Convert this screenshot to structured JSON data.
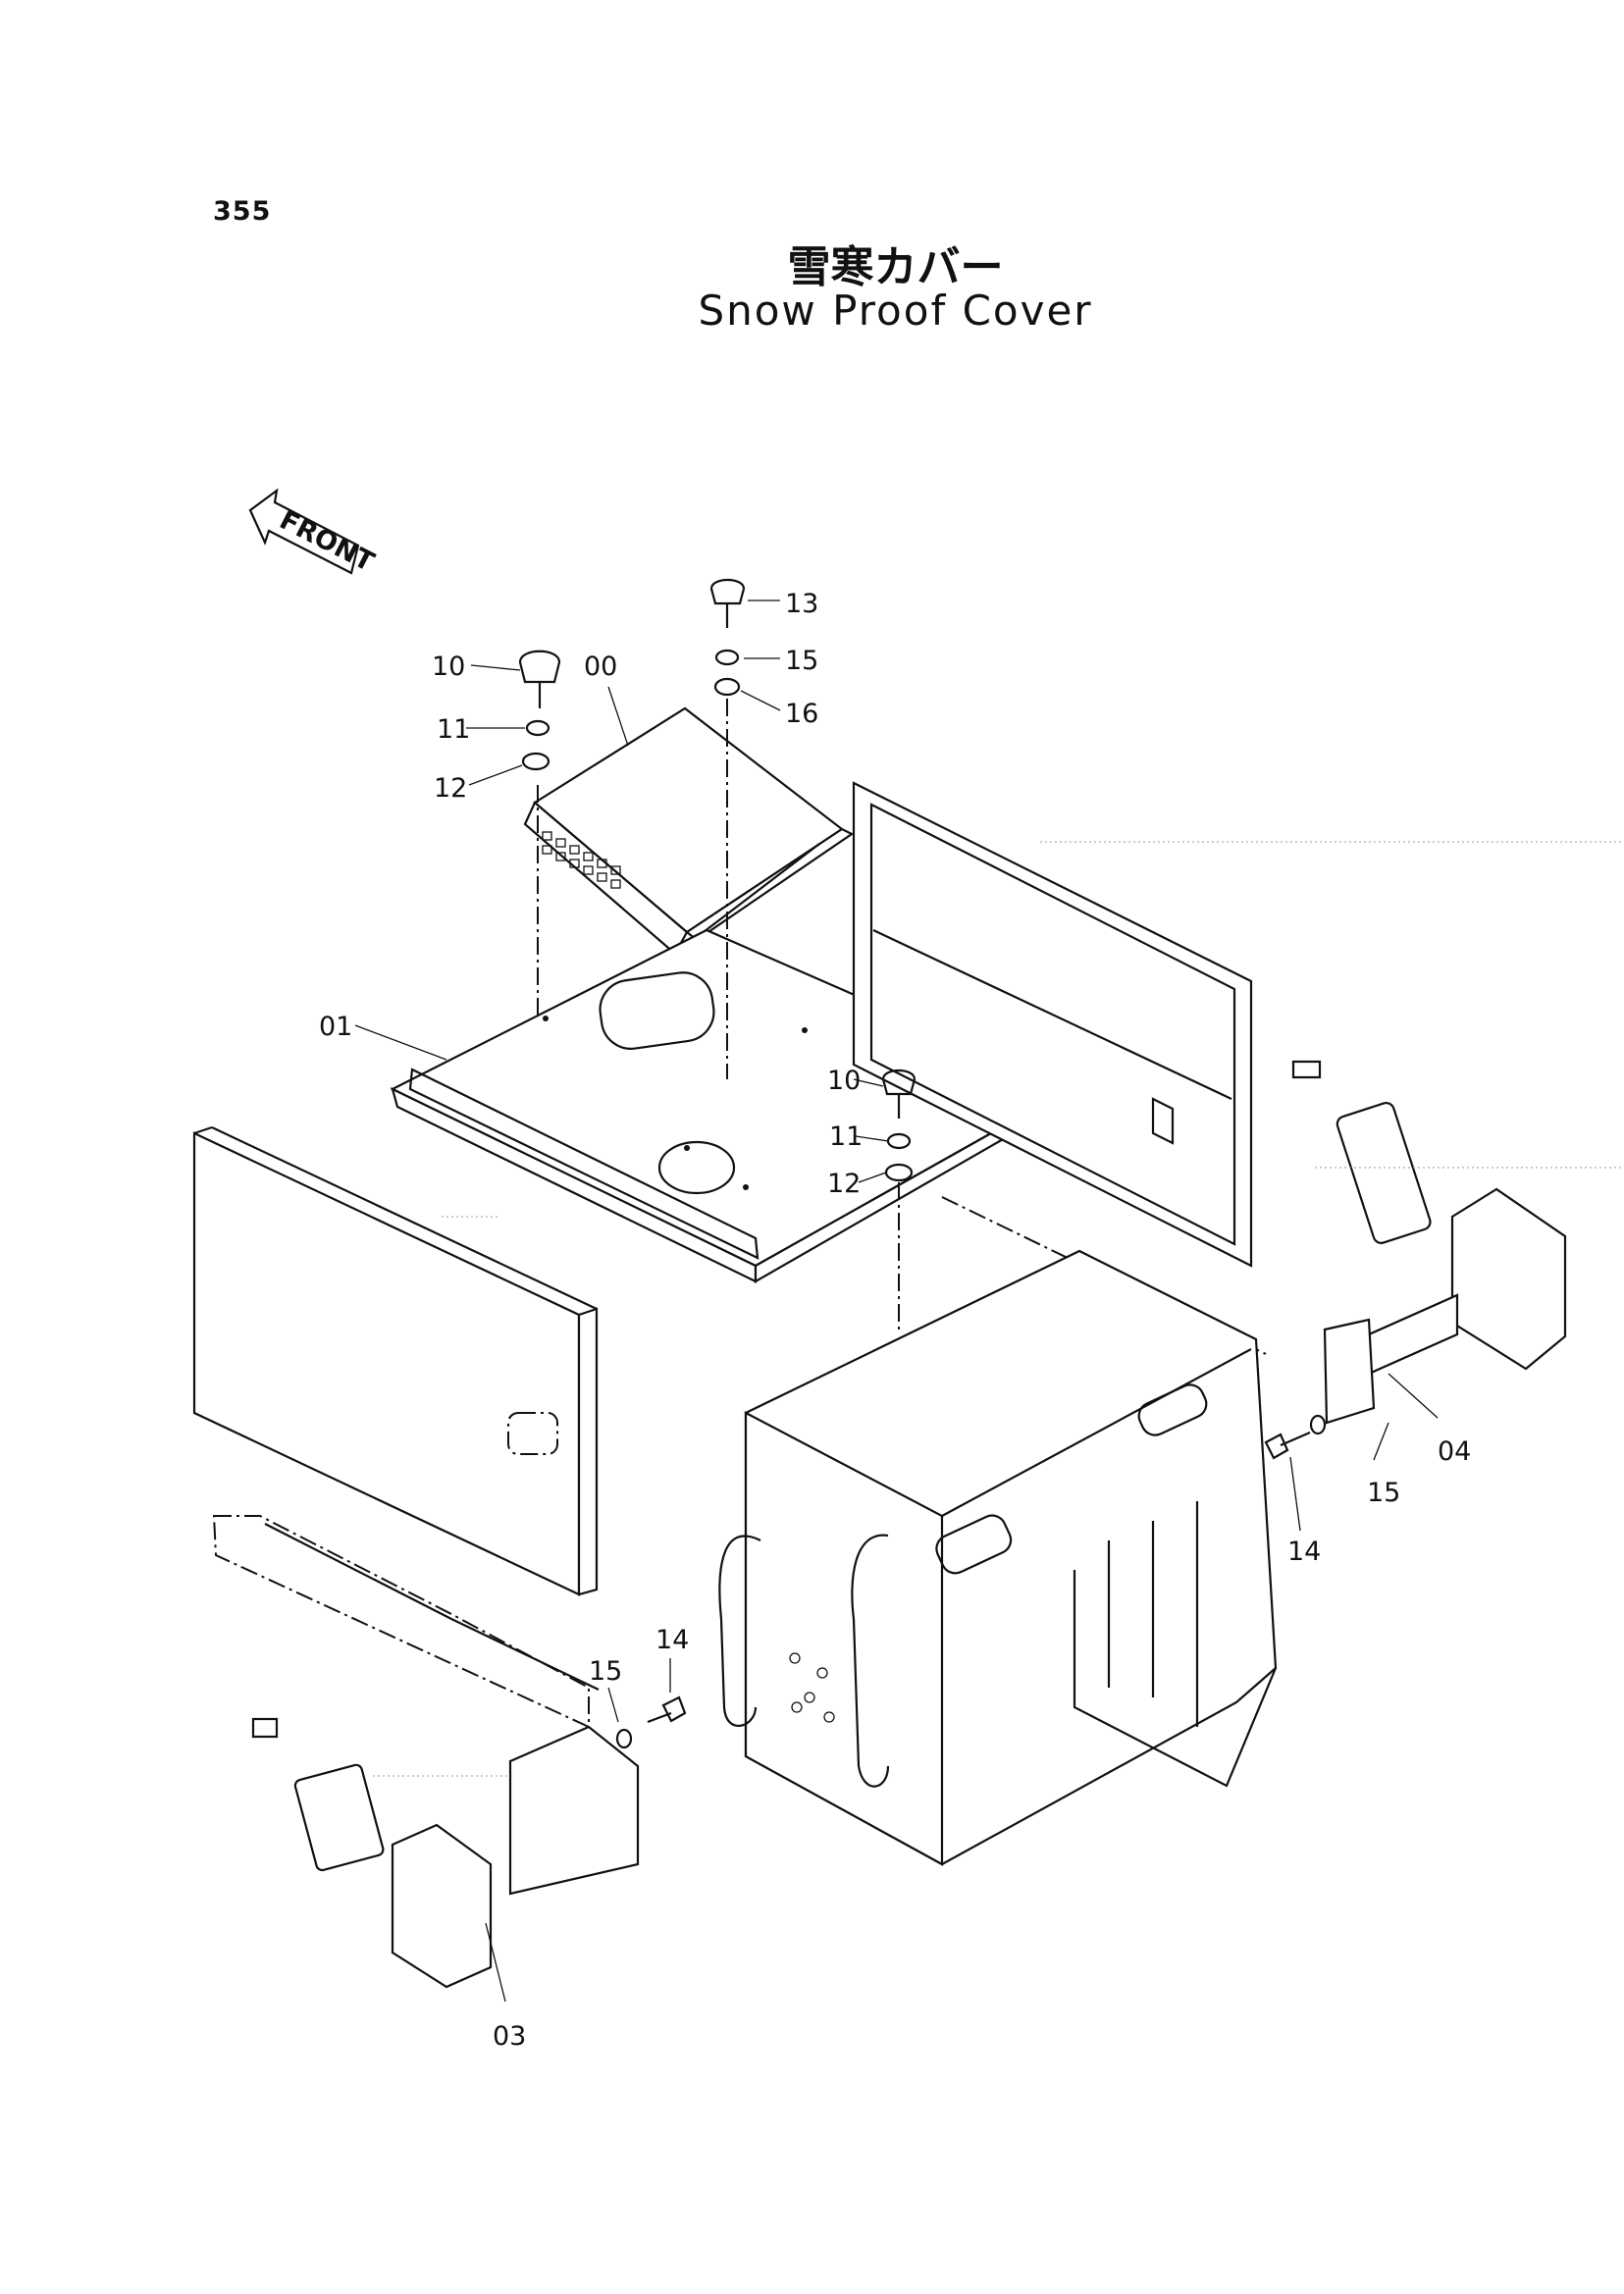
{
  "page_number": "355",
  "title_japanese": "雪寒カバー",
  "title_english": "Snow Proof Cover",
  "front_arrow_text": "FRONT",
  "callouts": {
    "c00": "00",
    "c01": "01",
    "c03": "03",
    "c04": "04",
    "c10a": "10",
    "c11a": "11",
    "c12a": "12",
    "c10b": "10",
    "c11b": "11",
    "c12b": "12",
    "c13": "13",
    "c15a": "15",
    "c16": "16",
    "c14a": "14",
    "c15b": "15",
    "c14b": "14",
    "c15c": "15"
  }
}
